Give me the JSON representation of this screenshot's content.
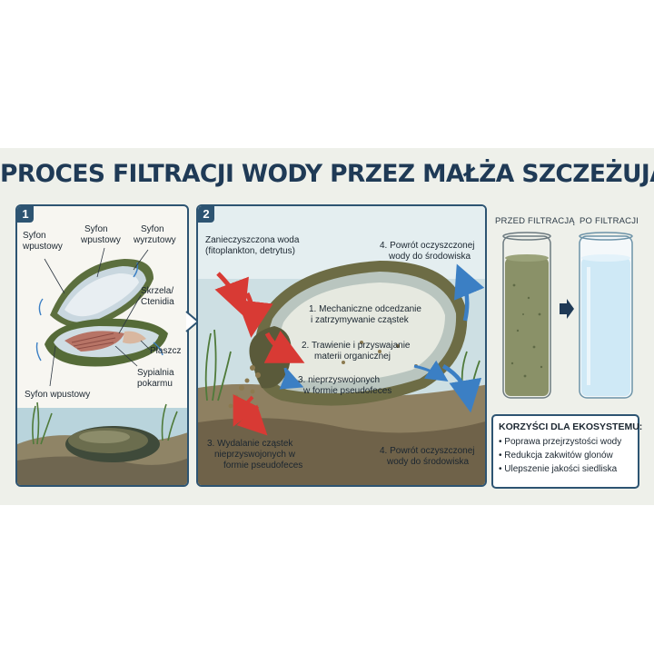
{
  "title": "PROCES FILTRACJI WODY PRZEZ MAŁŻA SZCZEŻUJA",
  "panel1": {
    "number": "1",
    "labels": {
      "syfon_wpustowy_left_1": "Syfon",
      "syfon_wpustowy_left_2": "wpustowy",
      "syfon_wpustowy_mid_1": "Syfon",
      "syfon_wpustowy_mid_2": "wpustowy",
      "syfon_wyrzutowy_1": "Syfon",
      "syfon_wyrzutowy_2": "wyrzutowy",
      "skrzela_1": "Skrzela/",
      "skrzela_2": "Ctenidia",
      "plaszcz": "Płaszcz",
      "sypialnia_1": "Sypialnia",
      "sypialnia_2": "pokarmu",
      "syfon_wpustowy_bottom": "Syfon wpustowy"
    }
  },
  "panel2": {
    "number": "2",
    "labels": {
      "inflow_1": "Zanieczyszczona woda",
      "inflow_2": "(fitoplankton, detrytus)",
      "return_top_1": "4. Powrót oczyszczonej",
      "return_top_2": "wody do środowiska",
      "step1_1": "1. Mechaniczne odcedzanie",
      "step1_2": "i zatrzymywanie cząstek",
      "step2_1": "2. Trawienie i przyswajanie",
      "step2_2": "materii organicznej",
      "step3_1": "3. nieprzyswojonych",
      "step3_2": "w formie pseudofeces",
      "expel_1": "3. Wydalanie cząstek",
      "expel_2": "nieprzyswojonych w",
      "expel_3": "formie pseudofeces",
      "return_bottom_1": "4. Powrót oczyszczonej",
      "return_bottom_2": "wody do środowiska"
    }
  },
  "comparison": {
    "before": "PRZED FILTRACJĄ",
    "after": "PO FILTRACJI"
  },
  "benefits": {
    "heading": "KORZYŚCI DLA EKOSYSTEMU:",
    "items": [
      "Poprawa przejrzystości wody",
      "Redukcja zakwitów glonów",
      "Ulepszenie jakości siedliska"
    ]
  },
  "colors": {
    "frame": "#2d5472",
    "title": "#1f3a56",
    "inflow_arrow": "#d83a34",
    "outflow_arrow": "#3b7fc4",
    "murky_water": "#8a9168",
    "clear_water": "#cfe9f6"
  }
}
